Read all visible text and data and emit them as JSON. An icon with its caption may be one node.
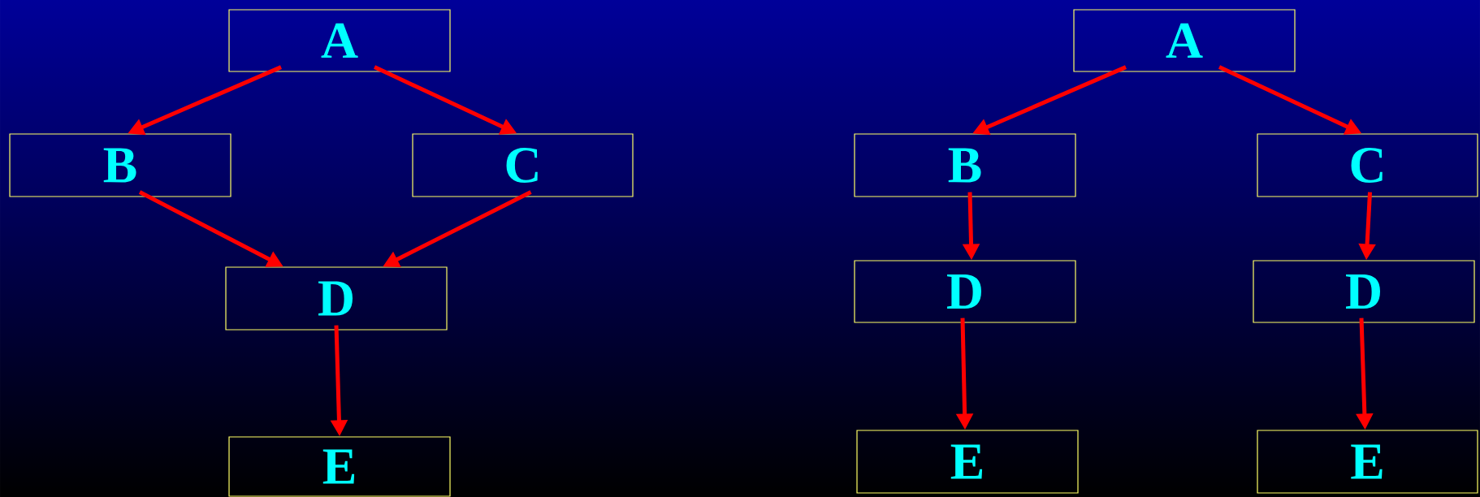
{
  "diagram": {
    "nodes": [
      {
        "text": [
          "A"
        ]
      },
      {
        "text": [
          "B"
        ]
      },
      {
        "text": [
          "C"
        ]
      },
      {
        "text": [
          "D"
        ]
      },
      {
        "text": [
          "E"
        ]
      },
      {
        "text": [
          "A"
        ]
      },
      {
        "text": [
          "B"
        ]
      },
      {
        "text": [
          "C"
        ]
      },
      {
        "text": [
          "D"
        ]
      },
      {
        "text": [
          "D"
        ]
      },
      {
        "text": [
          "E"
        ]
      },
      {
        "text": [
          "E"
        ]
      }
    ],
    "edges": [
      {
        "from": 0,
        "to": 1,
        "arrow": "to"
      },
      {
        "from": 0,
        "to": 2,
        "arrow": "to"
      },
      {
        "from": 1,
        "to": 3,
        "arrow": "to"
      },
      {
        "from": 2,
        "to": 3,
        "arrow": "to"
      },
      {
        "from": 3,
        "to": 4,
        "arrow": "to"
      },
      {
        "from": 5,
        "to": 6,
        "arrow": "to"
      },
      {
        "from": 5,
        "to": 7,
        "arrow": "to"
      },
      {
        "from": 6,
        "to": 8,
        "arrow": "to"
      },
      {
        "from": 7,
        "to": 9,
        "arrow": "to"
      },
      {
        "from": 8,
        "to": 10,
        "arrow": "to"
      },
      {
        "from": 9,
        "to": 11,
        "arrow": "to"
      }
    ]
  }
}
